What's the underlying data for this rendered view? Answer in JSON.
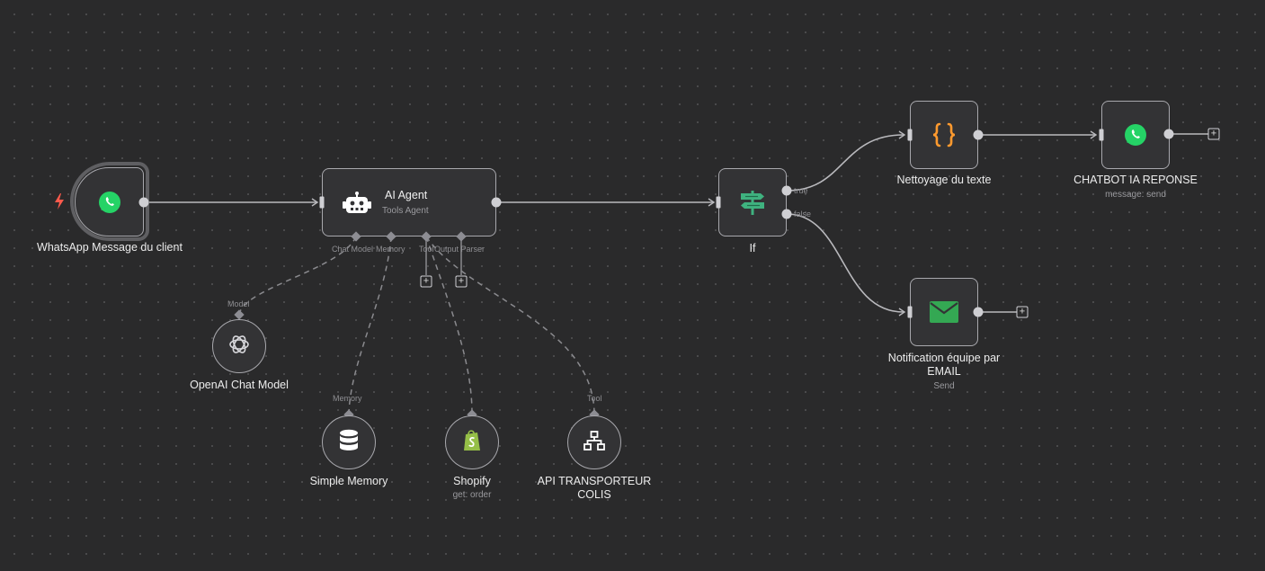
{
  "colors": {
    "canvas_bg": "#2a2a2b",
    "node_bg": "#333335",
    "node_border": "#a8a8ad",
    "whatsapp": "#25d366",
    "email": "#34a853",
    "code": "#ff9a2e",
    "trigger_bolt": "#ff5a4c",
    "if_sign": "#3fb27f",
    "shopify": "#95bf47",
    "wire": "#b9b9bd",
    "dashed_wire": "#8a8a8e"
  },
  "nodes": {
    "whatsapp_trigger": {
      "label": "WhatsApp Message du client",
      "icon": "whatsapp-icon"
    },
    "ai_agent": {
      "title": "AI Agent",
      "subtitle": "Tools Agent",
      "icon": "robot-icon",
      "connectors": [
        "Chat Model",
        "Memory",
        "Tool",
        "Output Parser"
      ]
    },
    "if_node": {
      "label": "If",
      "outputs": [
        "true",
        "false"
      ],
      "icon": "signpost-icon"
    },
    "nettoyage": {
      "label": "Nettoyage du texte",
      "icon": "code-braces-icon"
    },
    "chatbot": {
      "label": "CHATBOT IA REPONSE",
      "sublabel": "message: send",
      "icon": "whatsapp-icon"
    },
    "notification": {
      "label": "Notification équipe par EMAIL",
      "sublabel": "Send",
      "icon": "envelope-icon"
    },
    "openai": {
      "label": "OpenAI Chat Model",
      "connector": "Model",
      "icon": "openai-icon"
    },
    "simple_memory": {
      "label": "Simple Memory",
      "connector": "Memory",
      "icon": "database-icon"
    },
    "shopify": {
      "label": "Shopify",
      "sublabel": "get: order",
      "icon": "shopify-icon"
    },
    "api_transporteur": {
      "label": "API TRANSPORTEUR COLIS",
      "connector": "Tool",
      "icon": "network-icon"
    }
  },
  "plus_symbol": "+"
}
